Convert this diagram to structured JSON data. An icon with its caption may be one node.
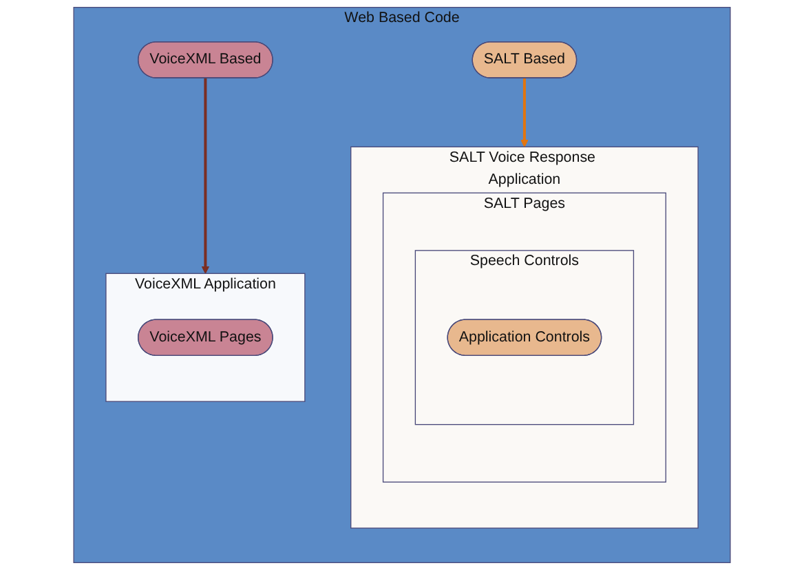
{
  "diagram": {
    "nodes": [
      {
        "text": [
          "Web Based Code"
        ]
      },
      {
        "text": [
          "VoiceXML Based"
        ],
        "in": 0
      },
      {
        "text": [
          "VoiceXML Application"
        ],
        "in": 0
      },
      {
        "text": [
          "VoiceXML Pages"
        ],
        "in": 2
      },
      {
        "text": [
          "SALT Based"
        ],
        "in": 0
      },
      {
        "text": [
          "SALT Voice Response Application"
        ],
        "in": 0
      },
      {
        "text": [
          "SALT Pages"
        ],
        "in": 5
      },
      {
        "text": [
          "Speech Controls"
        ],
        "in": 6
      },
      {
        "text": [
          "Application Controls"
        ],
        "in": 7
      }
    ],
    "edges": [
      {
        "from": 1,
        "to": 2,
        "arrow": "to",
        "color": "#7b2e22"
      },
      {
        "from": 4,
        "to": 5,
        "arrow": "to",
        "color": "#e2750f"
      }
    ]
  }
}
